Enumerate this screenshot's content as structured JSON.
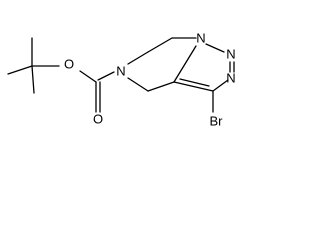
{
  "atoms": {
    "o_ether": "O",
    "o_carbonyl": "O",
    "n_amide": "N",
    "n_bridge": "N",
    "n_2": "N",
    "n_3": "N",
    "br": "Br"
  }
}
